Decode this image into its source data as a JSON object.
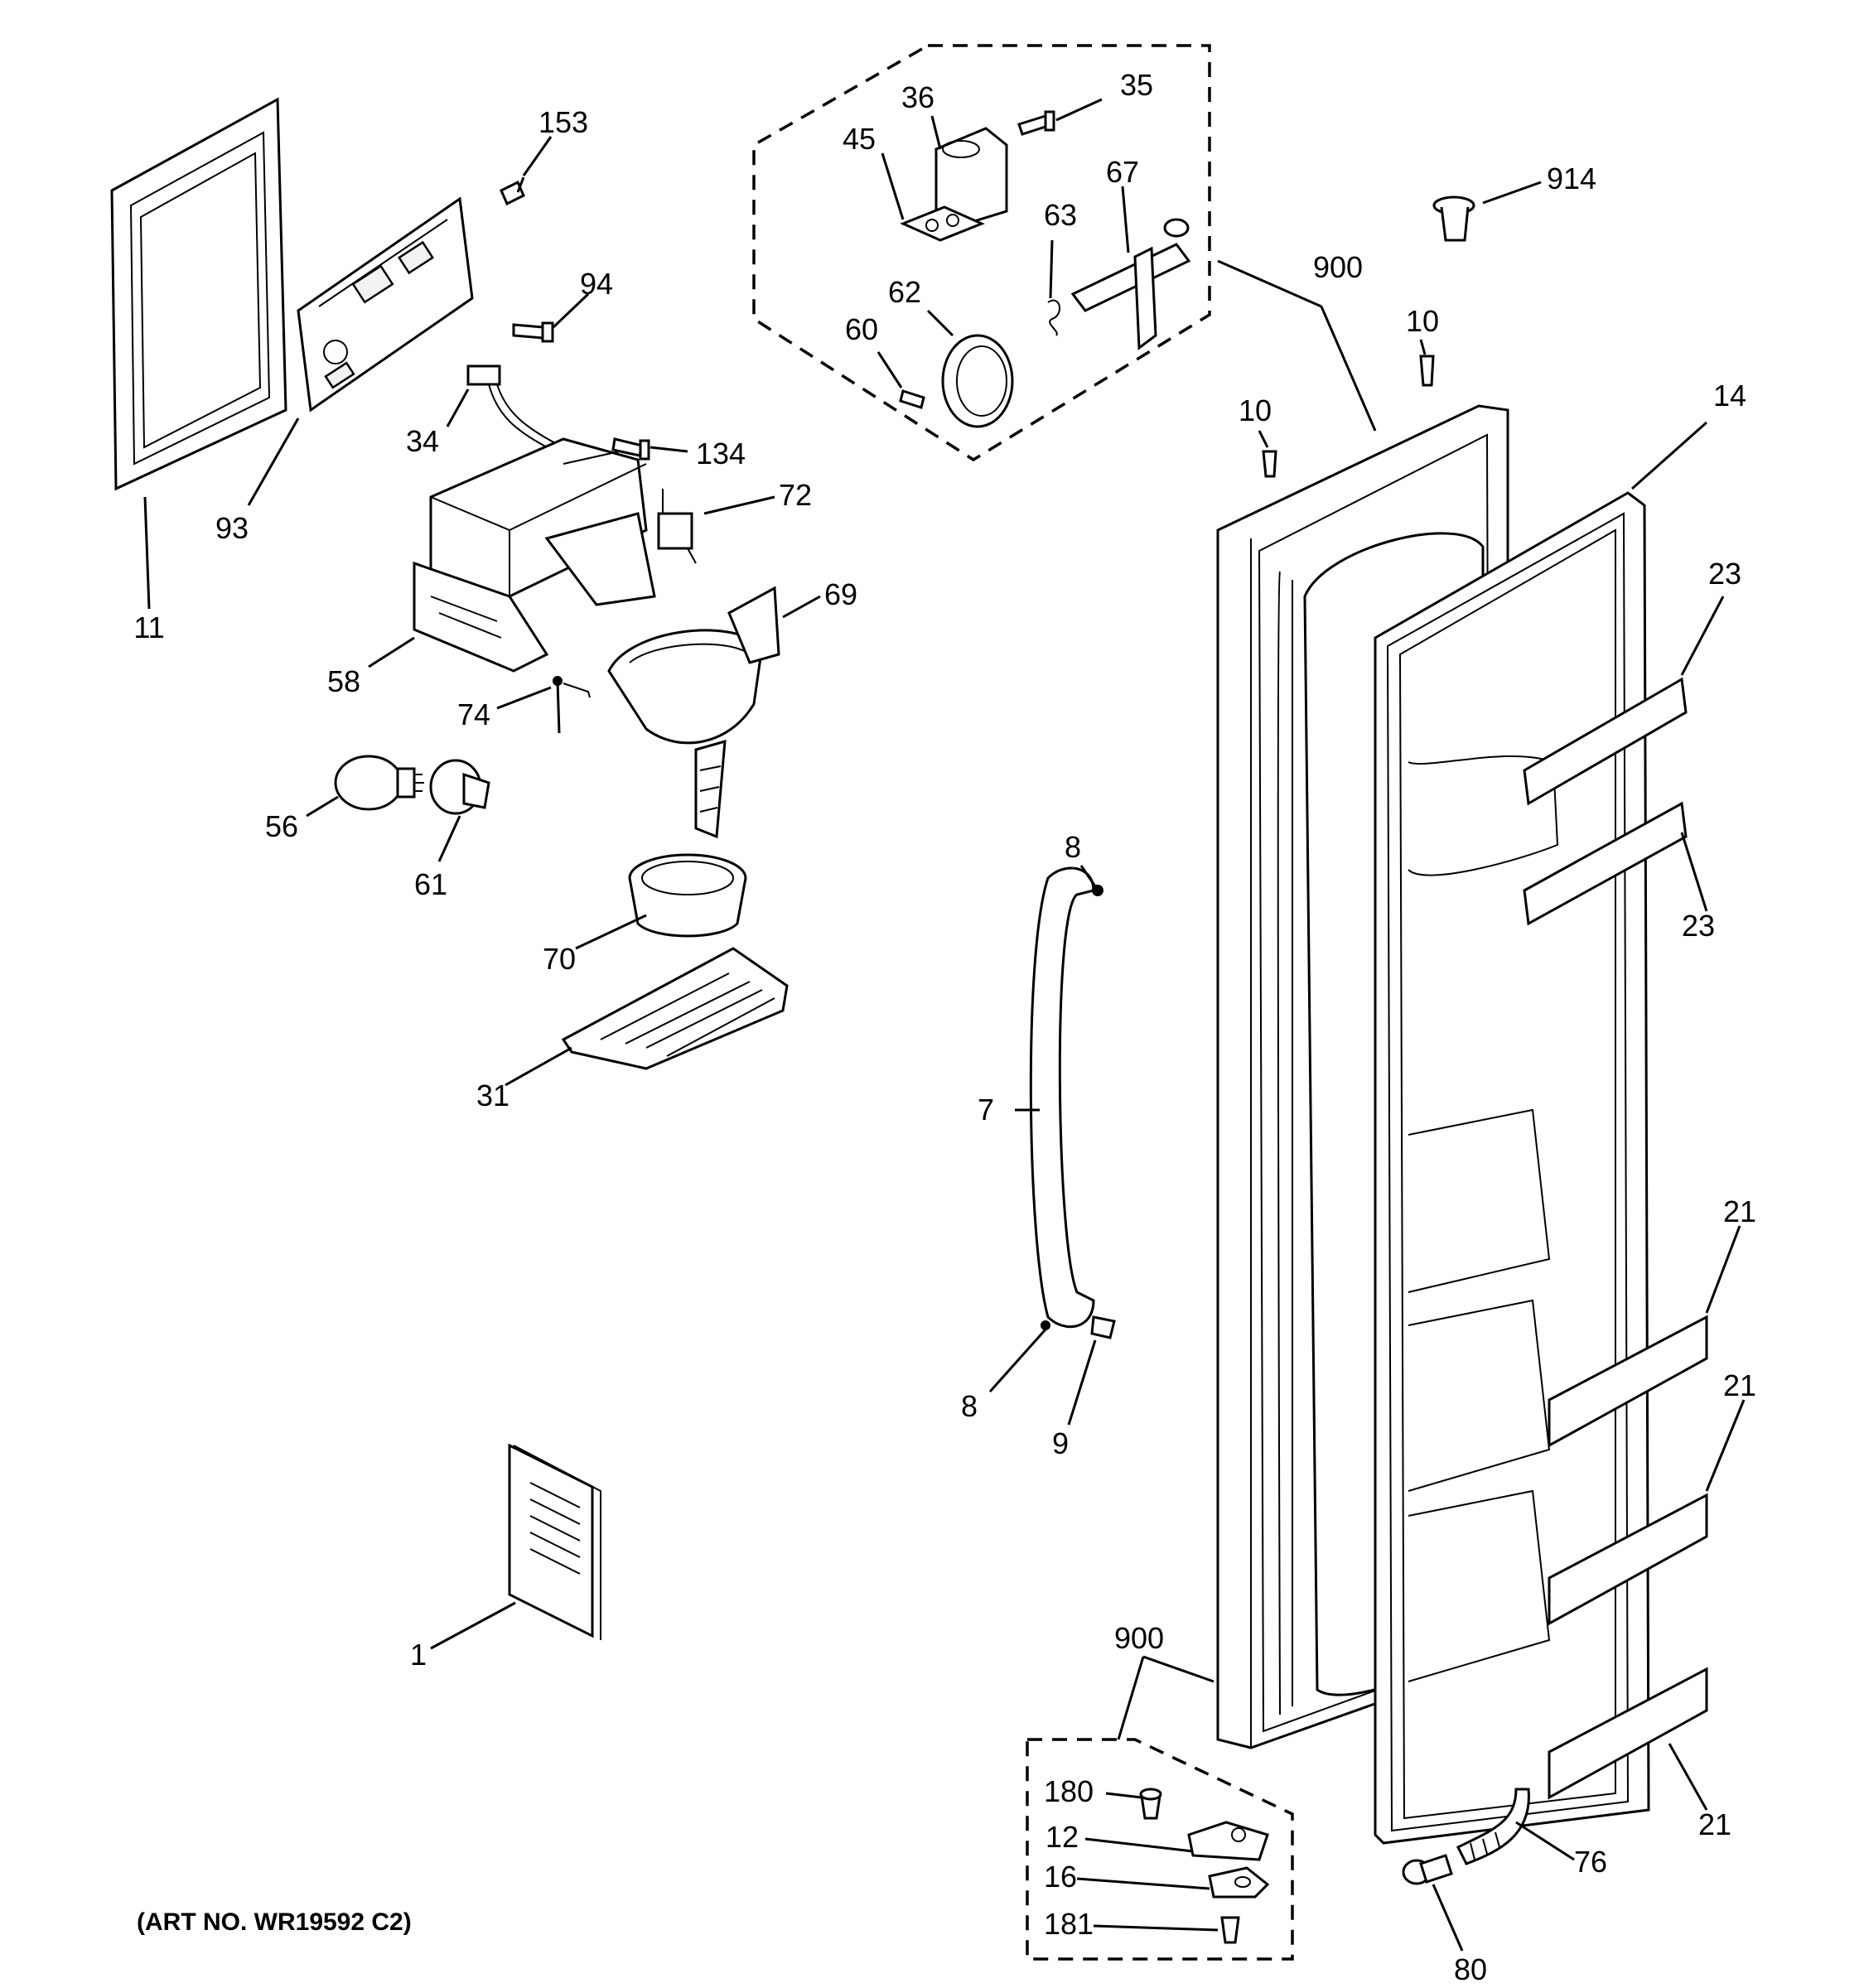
{
  "art_number": "(ART NO. WR19592 C2)",
  "callouts": {
    "c11": "11",
    "c93": "93",
    "c153": "153",
    "c94": "94",
    "c34": "34",
    "c134": "134",
    "c72": "72",
    "c58": "58",
    "c69": "69",
    "c74": "74",
    "c56": "56",
    "c61": "61",
    "c70": "70",
    "c31": "31",
    "c1": "1",
    "c36": "36",
    "c35": "35",
    "c45": "45",
    "c67": "67",
    "c63": "63",
    "c62": "62",
    "c60": "60",
    "c914": "914",
    "c900a": "900",
    "c10a": "10",
    "c10b": "10",
    "c14": "14",
    "c23a": "23",
    "c23b": "23",
    "c8a": "8",
    "c7": "7",
    "c8b": "8",
    "c9": "9",
    "c21a": "21",
    "c21b": "21",
    "c21c": "21",
    "c900b": "900",
    "c180": "180",
    "c12": "12",
    "c16": "16",
    "c181": "181",
    "c76": "76",
    "c80": "80"
  }
}
